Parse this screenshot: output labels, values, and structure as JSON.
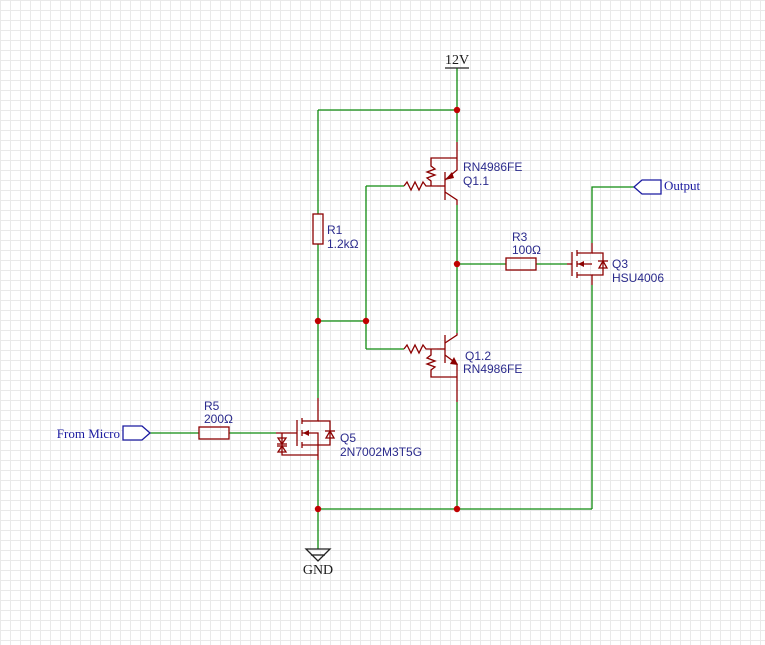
{
  "nets": {
    "vcc": "12V",
    "gnd": "GND"
  },
  "ports": {
    "input": "From Micro",
    "output": "Output"
  },
  "components": {
    "r1": {
      "ref": "R1",
      "value": "1.2kΩ"
    },
    "r3": {
      "ref": "R3",
      "value": "100Ω"
    },
    "r5": {
      "ref": "R5",
      "value": "200Ω"
    },
    "q1_1": {
      "part": "RN4986FE",
      "ref": "Q1.1"
    },
    "q1_2": {
      "ref": "Q1.2",
      "part": "RN4986FE"
    },
    "q3": {
      "ref": "Q3",
      "part": "HSU4006"
    },
    "q5": {
      "ref": "Q5",
      "part": "2N7002M3T5G"
    }
  },
  "colors": {
    "wire": "#0f8a0f",
    "component": "#8b0000",
    "junction": "#c00000",
    "label": "#2a2a8c",
    "port": "#1a1aa0"
  }
}
